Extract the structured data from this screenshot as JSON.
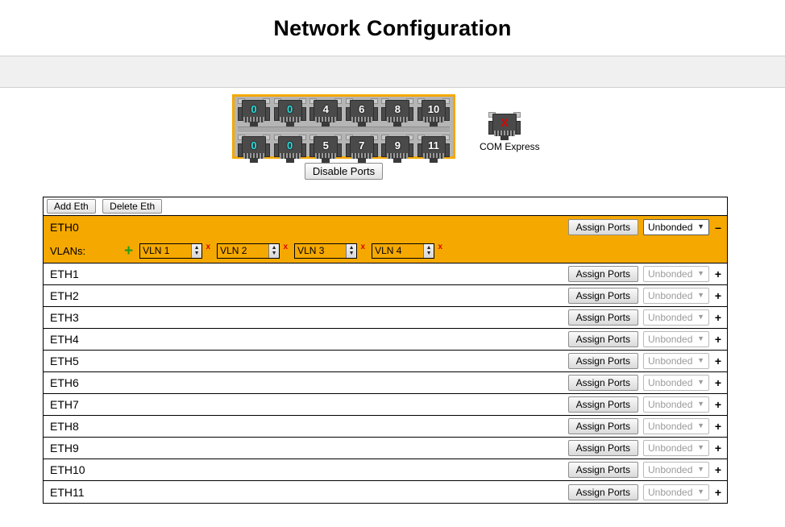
{
  "header": {
    "title": "Network Configuration"
  },
  "device": {
    "switch": {
      "name": "port-switch-graphic",
      "top_ports": [
        {
          "label": "0",
          "assigned": true
        },
        {
          "label": "0",
          "assigned": true
        },
        {
          "label": "4",
          "assigned": false
        },
        {
          "label": "6",
          "assigned": false
        },
        {
          "label": "8",
          "assigned": false
        },
        {
          "label": "10",
          "assigned": false
        }
      ],
      "bottom_ports": [
        {
          "label": "0",
          "assigned": true
        },
        {
          "label": "0",
          "assigned": true
        },
        {
          "label": "5",
          "assigned": false
        },
        {
          "label": "7",
          "assigned": false
        },
        {
          "label": "9",
          "assigned": false
        },
        {
          "label": "11",
          "assigned": false
        }
      ],
      "disable_ports_label": "Disable Ports",
      "border_color": "#f5a800",
      "assigned_port_color": "#22e0e0",
      "unassigned_port_color": "#ffffff"
    },
    "com_express": {
      "label": "COM Express",
      "status_mark": "X",
      "status_color": "#e00000"
    }
  },
  "toolbar": {
    "add_eth_label": "Add Eth",
    "delete_eth_label": "Delete Eth"
  },
  "eth_table": {
    "highlight_color": "#f5a800",
    "eth0": {
      "label": "ETH0",
      "assign_ports_label": "Assign Ports",
      "bond_value": "Unbonded",
      "bond_enabled": true,
      "row_toggle": "–",
      "vlans_label": "VLANs:",
      "add_vlan_icon": "+",
      "add_vlan_color": "#1f9e1f",
      "vlans": [
        {
          "value": "VLN 1",
          "remove": "x"
        },
        {
          "value": "VLN 2",
          "remove": "x"
        },
        {
          "value": "VLN 3",
          "remove": "x"
        },
        {
          "value": "VLN 4",
          "remove": "x"
        }
      ]
    },
    "rows": [
      {
        "label": "ETH1",
        "assign_ports_label": "Assign Ports",
        "bond_value": "Unbonded",
        "row_toggle": "+"
      },
      {
        "label": "ETH2",
        "assign_ports_label": "Assign Ports",
        "bond_value": "Unbonded",
        "row_toggle": "+"
      },
      {
        "label": "ETH3",
        "assign_ports_label": "Assign Ports",
        "bond_value": "Unbonded",
        "row_toggle": "+"
      },
      {
        "label": "ETH4",
        "assign_ports_label": "Assign Ports",
        "bond_value": "Unbonded",
        "row_toggle": "+"
      },
      {
        "label": "ETH5",
        "assign_ports_label": "Assign Ports",
        "bond_value": "Unbonded",
        "row_toggle": "+"
      },
      {
        "label": "ETH6",
        "assign_ports_label": "Assign Ports",
        "bond_value": "Unbonded",
        "row_toggle": "+"
      },
      {
        "label": "ETH7",
        "assign_ports_label": "Assign Ports",
        "bond_value": "Unbonded",
        "row_toggle": "+"
      },
      {
        "label": "ETH8",
        "assign_ports_label": "Assign Ports",
        "bond_value": "Unbonded",
        "row_toggle": "+"
      },
      {
        "label": "ETH9",
        "assign_ports_label": "Assign Ports",
        "bond_value": "Unbonded",
        "row_toggle": "+"
      },
      {
        "label": "ETH10",
        "assign_ports_label": "Assign Ports",
        "bond_value": "Unbonded",
        "row_toggle": "+"
      },
      {
        "label": "ETH11",
        "assign_ports_label": "Assign Ports",
        "bond_value": "Unbonded",
        "row_toggle": "+"
      }
    ]
  }
}
